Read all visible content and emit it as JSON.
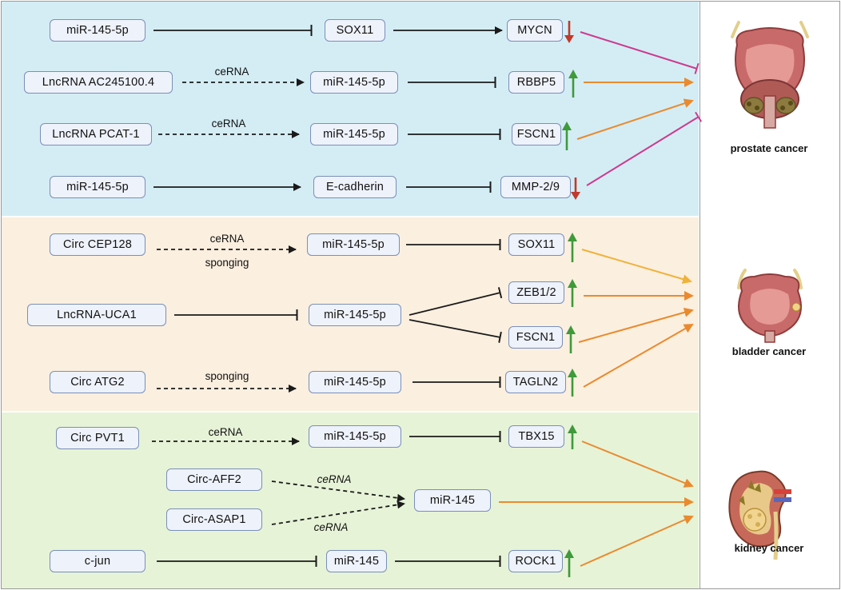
{
  "colors": {
    "prostate_bg": "#d4edf5",
    "bladder_bg": "#fbefdf",
    "kidney_bg": "#e6f3d7",
    "node_border": "#7a8fb8",
    "node_fill": "#eef2fa",
    "inhibit_line": "#cc3b8f",
    "promote_line": "#ea8a2e",
    "promote_line_light": "#f0b23a",
    "up_arrow": "#3f9a3a",
    "down_arrow": "#c0392b",
    "edge": "#1a1a1a"
  },
  "panels": {
    "prostate": {
      "title": "prostate cancer",
      "rows": [
        {
          "nodes": [
            "miR-145-5p",
            "SOX11",
            "MYCN"
          ],
          "trend": "down",
          "organ_link": "inhibit"
        },
        {
          "nodes": [
            "LncRNA AC245100.4",
            "miR-145-5p",
            "RBBP5"
          ],
          "edge_label": "ceRNA",
          "trend": "up",
          "organ_link": "promote"
        },
        {
          "nodes": [
            "LncRNA PCAT-1",
            "miR-145-5p",
            "FSCN1"
          ],
          "edge_label": "ceRNA",
          "trend": "up",
          "organ_link": "promote"
        },
        {
          "nodes": [
            "miR-145-5p",
            "E-cadherin",
            "MMP-2/9"
          ],
          "trend": "down",
          "organ_link": "inhibit"
        }
      ]
    },
    "bladder": {
      "title": "bladder cancer",
      "rows": [
        {
          "nodes": [
            "Circ CEP128",
            "miR-145-5p",
            "SOX11"
          ],
          "edge_label": "ceRNA",
          "edge_label_2": "sponging",
          "trend": "up",
          "organ_link": "promote"
        },
        {
          "nodes": [
            "LncRNA-UCA1",
            "miR-145-5p",
            "ZEB1/2",
            "FSCN1"
          ],
          "trend": "up",
          "organ_link": "promote"
        },
        {
          "nodes": [
            "Circ ATG2",
            "miR-145-5p",
            "TAGLN2"
          ],
          "edge_label": "sponging",
          "trend": "up",
          "organ_link": "promote"
        }
      ]
    },
    "kidney": {
      "title": "kidney cancer",
      "rows": [
        {
          "nodes": [
            "Circ PVT1",
            "miR-145-5p",
            "TBX15"
          ],
          "edge_label": "ceRNA",
          "trend": "up",
          "organ_link": "promote"
        },
        {
          "nodes": [
            "Circ-AFF2",
            "Circ-ASAP1",
            "miR-145"
          ],
          "edge_label": "ceRNA",
          "edge_label_2": "ceRNA",
          "organ_link": "promote"
        },
        {
          "nodes": [
            "c-jun",
            "miR-145",
            "ROCK1"
          ],
          "trend": "up",
          "organ_link": "promote"
        }
      ]
    }
  }
}
